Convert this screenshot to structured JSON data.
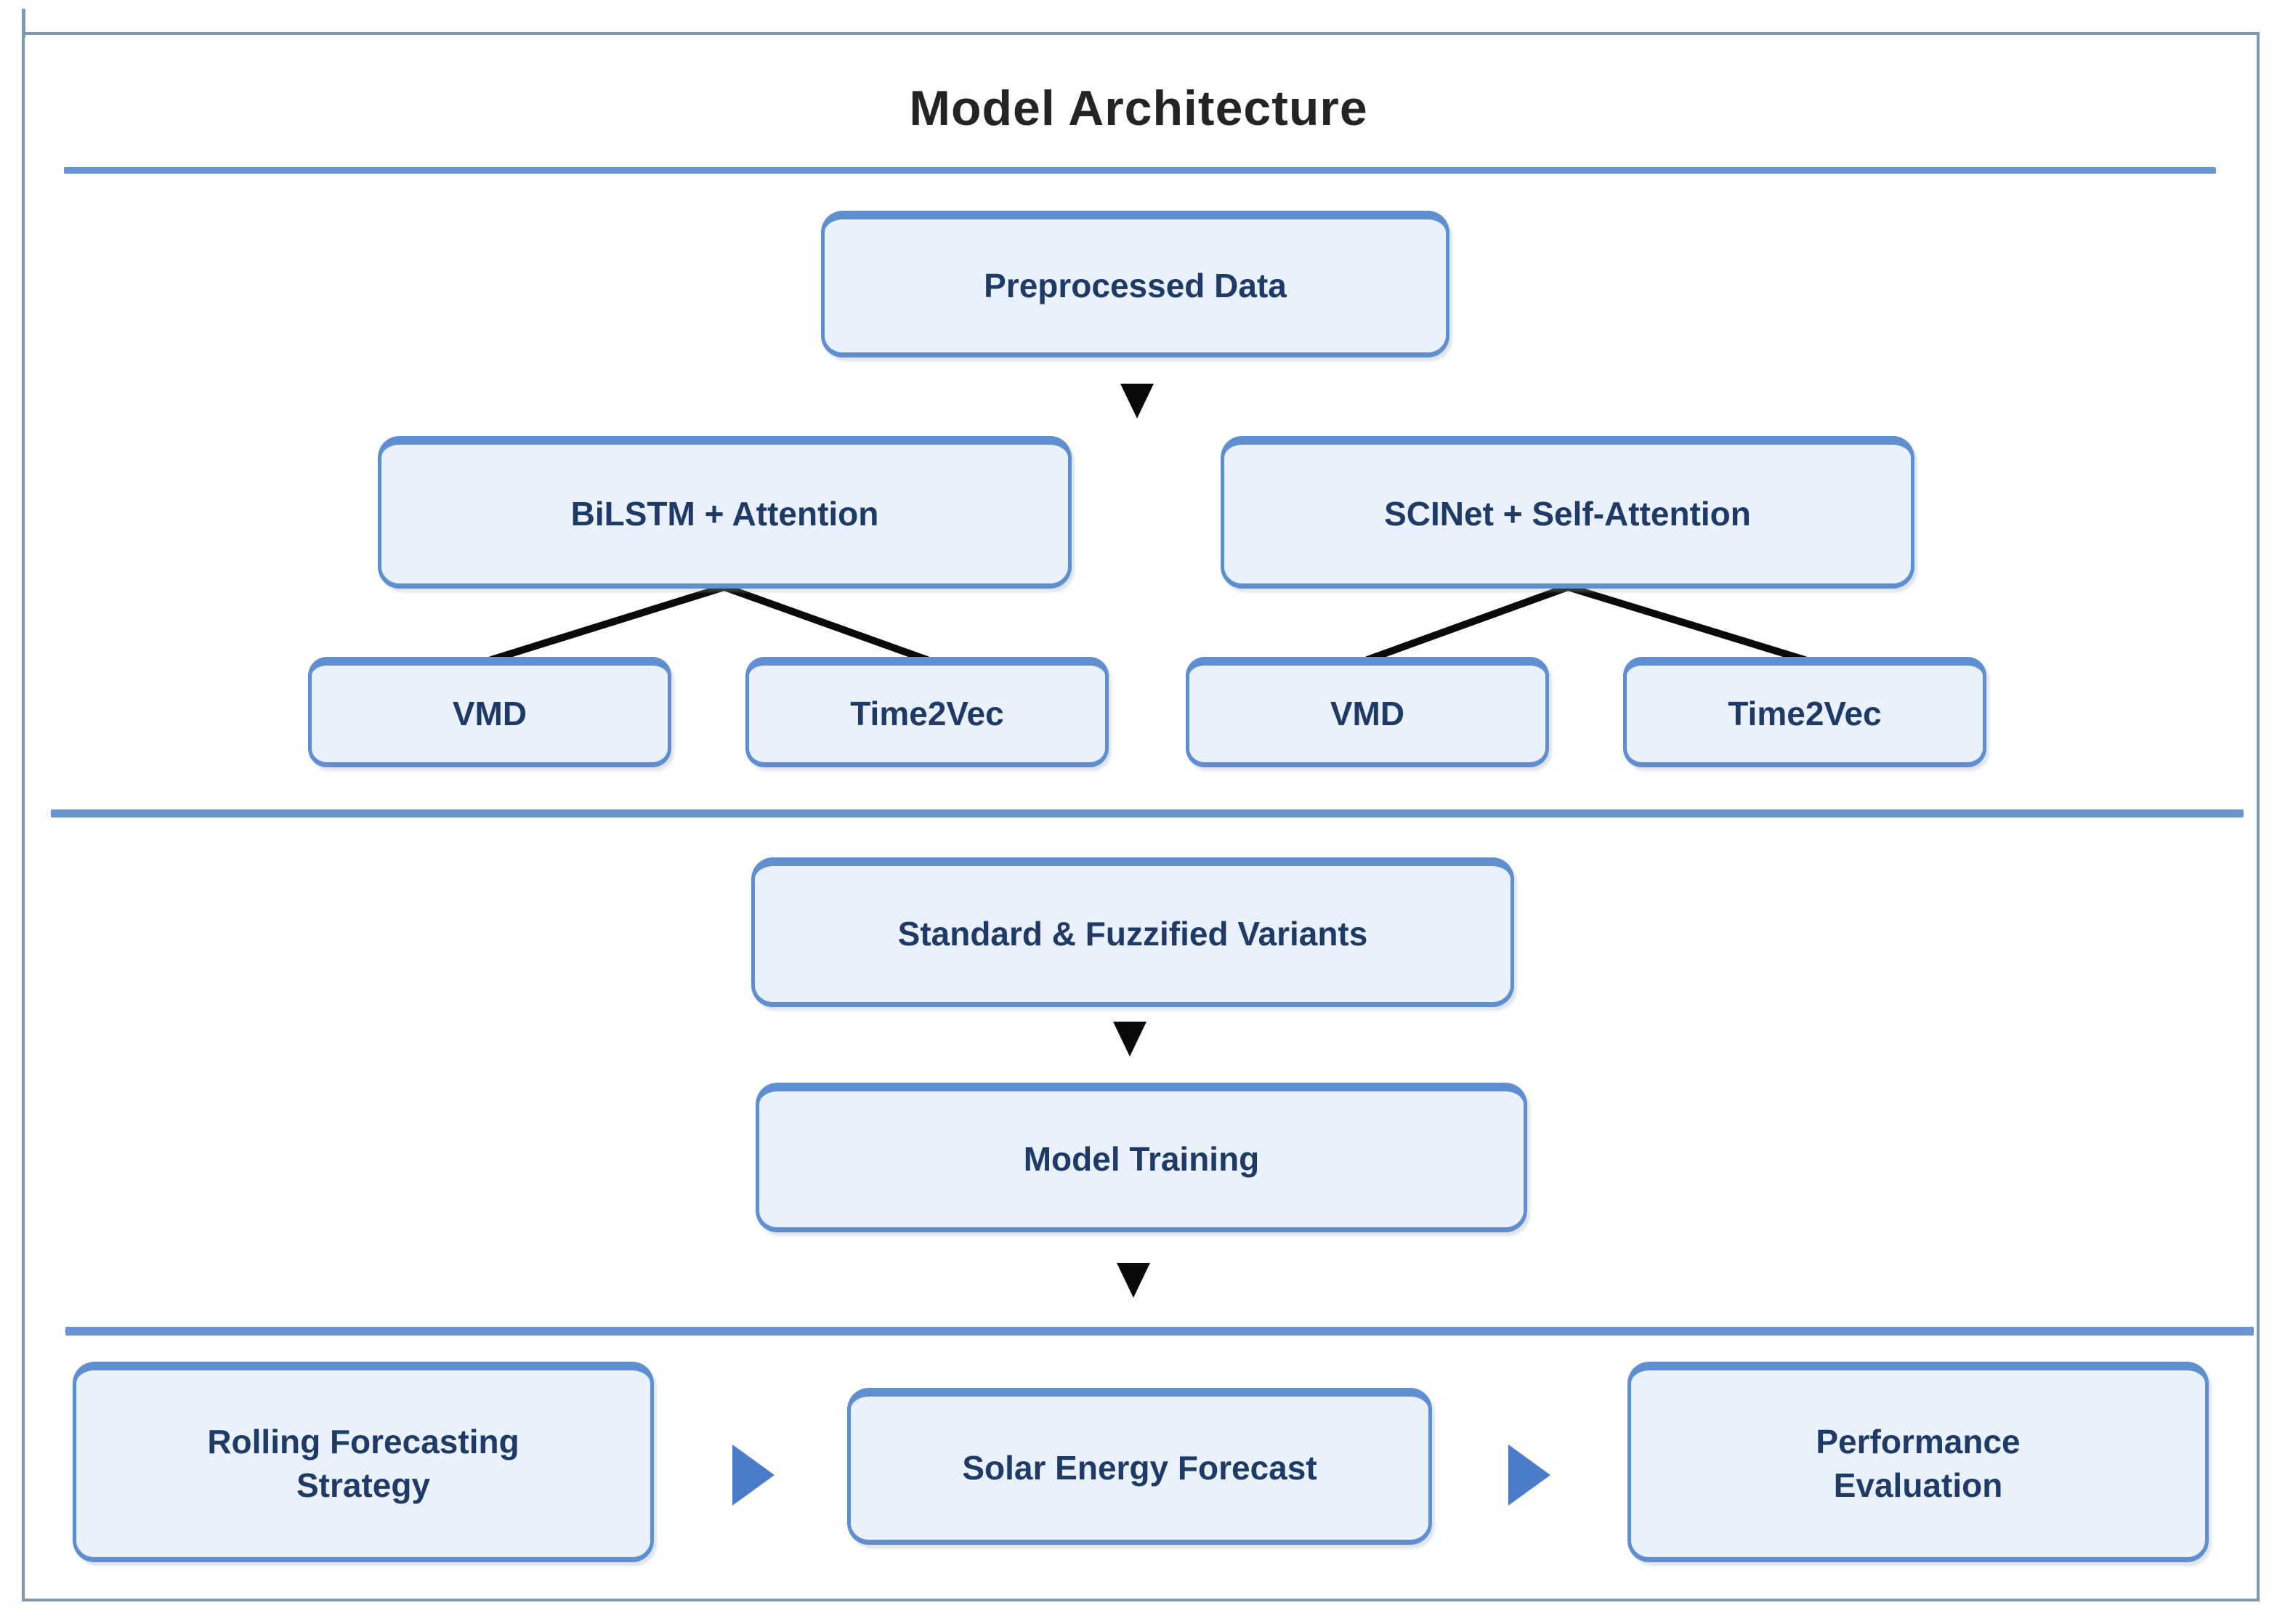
{
  "diagram": {
    "title": "Model Architecture",
    "nodes": {
      "preprocessed": "Preprocessed Data",
      "bilstm": "BiLSTM + Attention",
      "scinet": "SCINet + Self-Attention",
      "vmd_left": "VMD",
      "time2vec_left": "Time2Vec",
      "vmd_right": "VMD",
      "time2vec_right": "Time2Vec",
      "variants": "Standard & Fuzzified Variants",
      "training": "Model Training",
      "rolling": "Rolling Forecasting Strategy",
      "solar": "Solar Energy Forecast",
      "performance": "Performance Evaluation"
    },
    "icons": {
      "down_arrow": "▼",
      "right_arrow": "▶"
    },
    "colors": {
      "box_fill": "#e9f2fc",
      "box_border": "#5f8fd0",
      "box_text": "#1f3a66",
      "divider": "#6a94cf",
      "outer_border": "#7f99b5",
      "connector": "#0a0a0a",
      "flow_arrow": "#4a7cc9",
      "title_text": "#242424"
    }
  }
}
